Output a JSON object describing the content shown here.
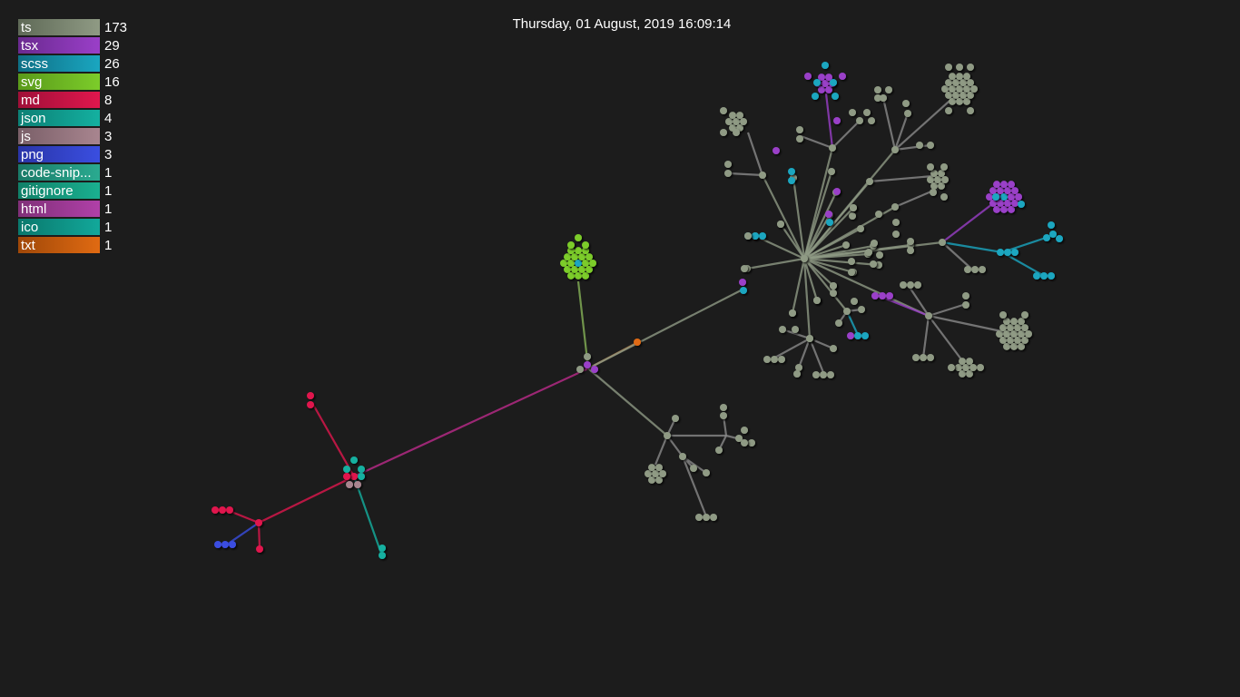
{
  "header": {
    "timestamp": "Thursday, 01 August, 2019 16:09:14"
  },
  "legend": [
    {
      "ext": "ts",
      "label": "ts",
      "count": "173",
      "color": "#8f9a84",
      "color_dark": "#5f6a57"
    },
    {
      "ext": "tsx",
      "label": "tsx",
      "count": "29",
      "color": "#9a3fc8",
      "color_dark": "#6a2a90"
    },
    {
      "ext": "scss",
      "label": "scss",
      "count": "26",
      "color": "#1aa6c0",
      "color_dark": "#0e6f85"
    },
    {
      "ext": "svg",
      "label": "svg",
      "count": "16",
      "color": "#7ccc2a",
      "color_dark": "#5a9a1a"
    },
    {
      "ext": "md",
      "label": "md",
      "count": "8",
      "color": "#e0174d",
      "color_dark": "#a00f38"
    },
    {
      "ext": "json",
      "label": "json",
      "count": "4",
      "color": "#14b0a0",
      "color_dark": "#0c8075"
    },
    {
      "ext": "js",
      "label": "js",
      "count": "3",
      "color": "#a8858f",
      "color_dark": "#7a5f68"
    },
    {
      "ext": "png",
      "label": "png",
      "count": "3",
      "color": "#3a4ee0",
      "color_dark": "#2a35a8"
    },
    {
      "ext": "code-snippets",
      "label": "code-snip...",
      "count": "1",
      "color": "#2aaa90",
      "color_dark": "#1a7a68"
    },
    {
      "ext": "gitignore",
      "label": "gitignore",
      "count": "1",
      "color": "#1ab090",
      "color_dark": "#108068"
    },
    {
      "ext": "html",
      "label": "html",
      "count": "1",
      "color": "#b040a8",
      "color_dark": "#803078"
    },
    {
      "ext": "ico",
      "label": "ico",
      "count": "1",
      "color": "#12a89a",
      "color_dark": "#0a786c"
    },
    {
      "ext": "txt",
      "label": "txt",
      "count": "1",
      "color": "#e06a12",
      "color_dark": "#a04808"
    }
  ]
}
